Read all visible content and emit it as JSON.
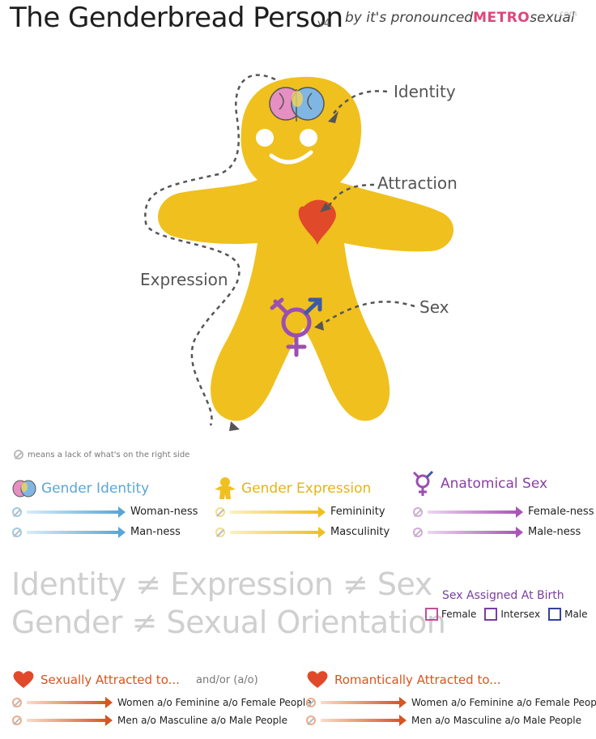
{
  "header": {
    "title": "The Genderbread Person",
    "version": "v4",
    "byline_prefix": "by it's pronounced",
    "byline_metro": "METRO",
    "byline_suffix": "sexual",
    "byline_dotcom": ".com"
  },
  "figure": {
    "callouts": {
      "identity": "Identity",
      "attraction": "Attraction",
      "expression": "Expression",
      "sex": "Sex"
    },
    "body_color": "#f0c01e",
    "heart_color": "#e04a2a",
    "symbol_color": "#9b4fb0"
  },
  "legend_note": "means a lack of what's on the right side",
  "scales": {
    "identity": {
      "title": "Gender Identity",
      "color": "#5ba6d6",
      "rows": [
        "Woman-ness",
        "Man-ness"
      ]
    },
    "expression": {
      "title": "Gender Expression",
      "color": "#f0c01e",
      "rows": [
        "Femininity",
        "Masculinity"
      ]
    },
    "sex": {
      "title": "Anatomical Sex",
      "color": "#a855b5",
      "rows": [
        "Female-ness",
        "Male-ness"
      ]
    }
  },
  "statements": {
    "line1": "Identity ≠ Expression ≠ Sex",
    "line2": "Gender ≠ Sexual Orientation"
  },
  "birth": {
    "title": "Sex Assigned At Birth",
    "options": [
      "Female",
      "Intersex",
      "Male"
    ],
    "option_colors": [
      "#c0509b",
      "#7a3f9e",
      "#36419c"
    ]
  },
  "attraction": {
    "sexual": {
      "title": "Sexually Attracted to...",
      "rows": [
        "Women a/o Feminine a/o Female People",
        "Men a/o Masculine a/o Male People"
      ]
    },
    "andor": "and/or (a/o)",
    "romantic": {
      "title": "Romantically Attracted to...",
      "rows": [
        "Women a/o Feminine a/o Female People",
        "Men a/o Masculine a/o Male People"
      ]
    },
    "color": "#d9541e"
  }
}
